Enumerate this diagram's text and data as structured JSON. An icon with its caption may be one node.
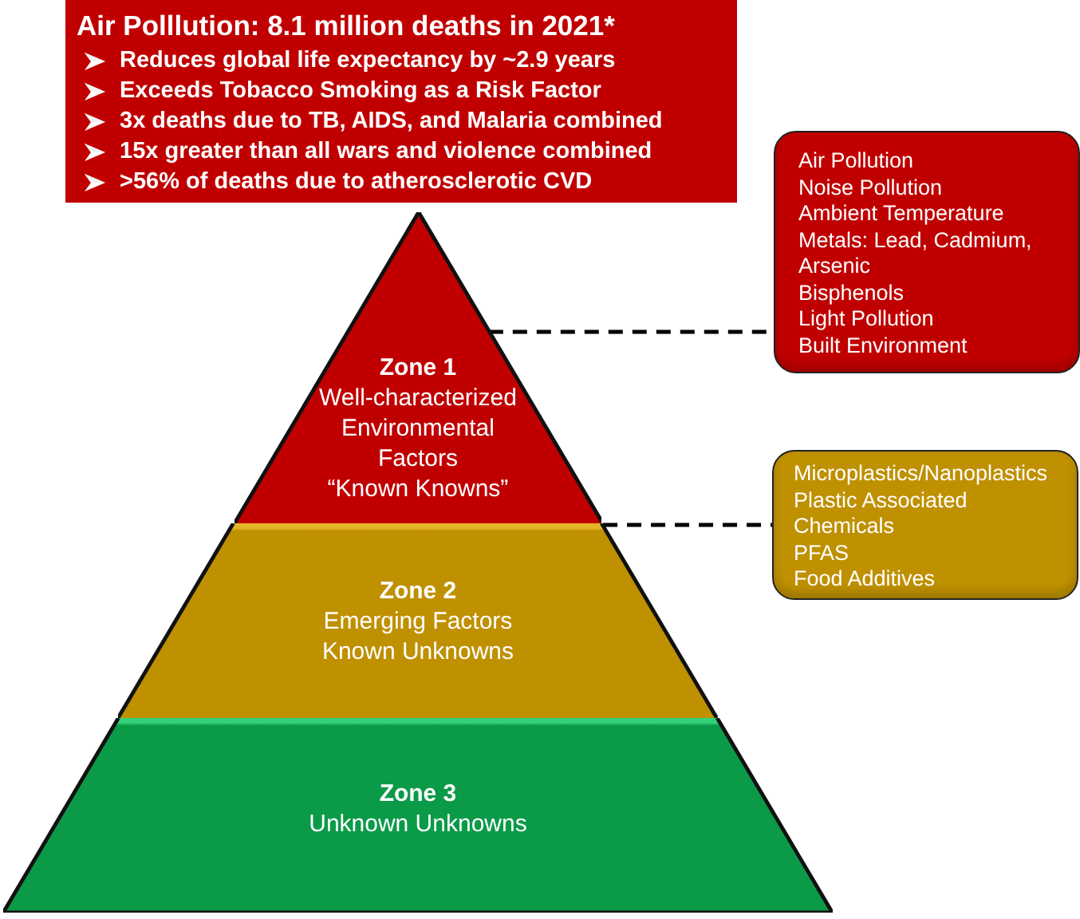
{
  "diagram": {
    "nodes": [
      {
        "text": [
          "Air Polllution: 8.1 million deaths in 2021*",
          "Reduces global life expectancy by ~2.9 years",
          "Exceeds Tobacco Smoking as a Risk Factor",
          "3x deaths due to TB, AIDS, and Malaria combined",
          "15x greater than all wars and violence combined",
          ">56% of deaths due to atherosclerotic CVD"
        ]
      },
      {
        "text": [
          "Zone 1",
          "Well-characterized Environmental Factors",
          "“Known Knowns”"
        ]
      },
      {
        "text": [
          "Air Pollution",
          "Noise Pollution",
          "Ambient Temperature",
          "Metals: Lead, Cadmium, Arsenic",
          "Bisphenols",
          "Light Pollution",
          "Built Environment"
        ]
      },
      {
        "text": [
          "Zone 2",
          "Emerging Factors",
          "Known Unknowns"
        ]
      },
      {
        "text": [
          "Microplastics/Nanoplastics",
          "Plastic Associated Chemicals",
          "PFAS",
          "Food Additives"
        ]
      },
      {
        "text": [
          "Zone 3",
          "Unknown Unknowns"
        ]
      }
    ],
    "edges": [
      {
        "from": 1,
        "to": 2,
        "arrow": "none",
        "style": "dashed"
      },
      {
        "from": 3,
        "to": 4,
        "arrow": "none",
        "style": "dashed"
      }
    ]
  }
}
